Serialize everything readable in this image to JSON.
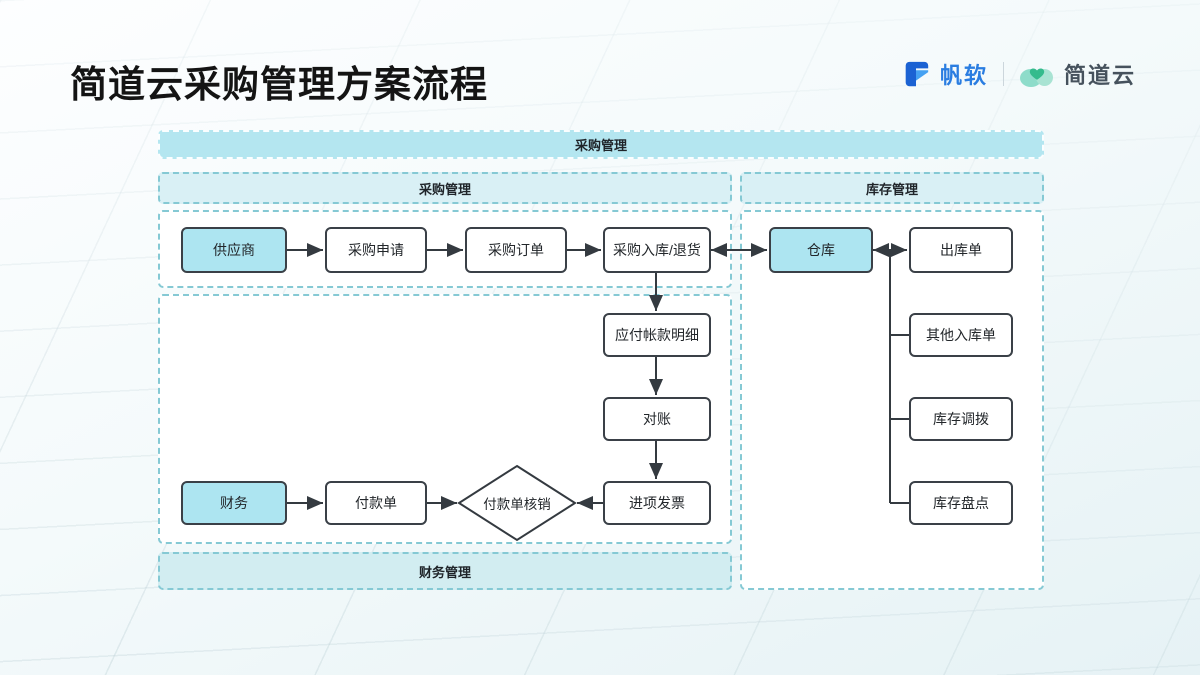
{
  "page": {
    "title": "简道云采购管理方案流程"
  },
  "logos": {
    "fanruan": "帆软",
    "jiandaoyun": "简道云"
  },
  "diagram": {
    "top_banner": "采购管理",
    "sections": {
      "procurement": "采购管理",
      "inventory": "库存管理",
      "finance": "财务管理"
    },
    "nodes": {
      "supplier": "供应商",
      "purchase_request": "采购申请",
      "purchase_order": "采购订单",
      "purchase_inbound_return": "采购入库/退货",
      "warehouse": "仓库",
      "outbound_order": "出库单",
      "other_inbound_order": "其他入库单",
      "inventory_transfer": "库存调拨",
      "inventory_count": "库存盘点",
      "accounts_payable_detail": "应付帐款明细",
      "reconciliation": "对账",
      "input_invoice": "进项发票",
      "finance": "财务",
      "payment_order": "付款单",
      "payment_verification": "付款单核销"
    },
    "colors": {
      "top_banner_fill": "#b4e6f0",
      "section_header_fill": "#d9f0f5",
      "finance_banner_fill": "#d2edf1",
      "container_border": "#85c9d4",
      "accent_node_fill": "#ade5f1",
      "node_border": "#3a4047",
      "arrow": "#343a40",
      "fanruan_blue": "#2a7de1",
      "jiandaoyun_green": "#35bb8d",
      "title_text": "#141414"
    }
  }
}
